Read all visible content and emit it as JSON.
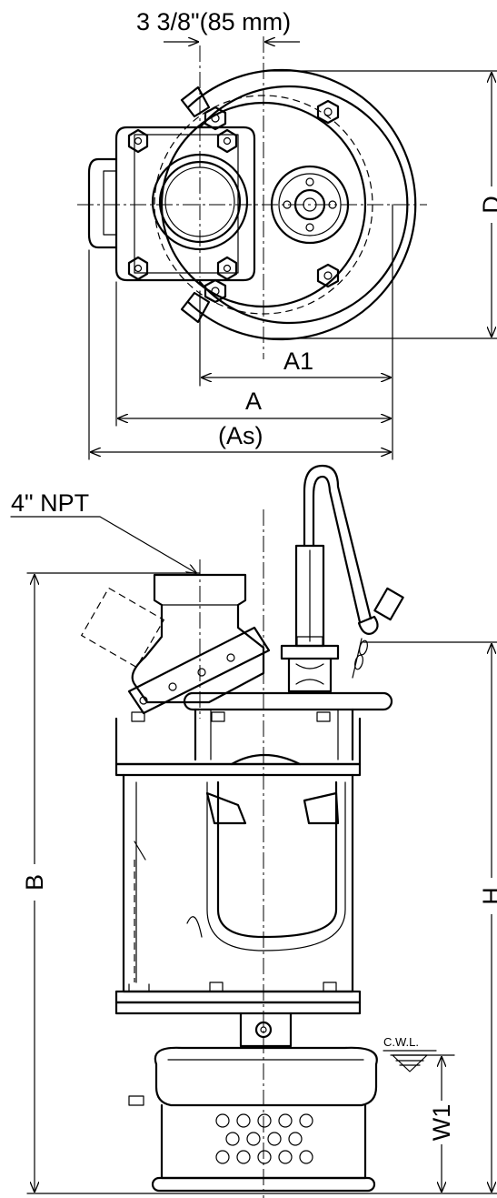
{
  "top_view": {
    "offset_dim": "3 3/8\"(85 mm)",
    "dim_a1": "A1",
    "dim_a": "A",
    "dim_as": "(As)",
    "dim_d": "D"
  },
  "side_view": {
    "outlet_label": "4\" NPT",
    "dim_b": "B",
    "dim_h": "H",
    "dim_w1": "W1",
    "cwl_label": "C.W.L."
  }
}
